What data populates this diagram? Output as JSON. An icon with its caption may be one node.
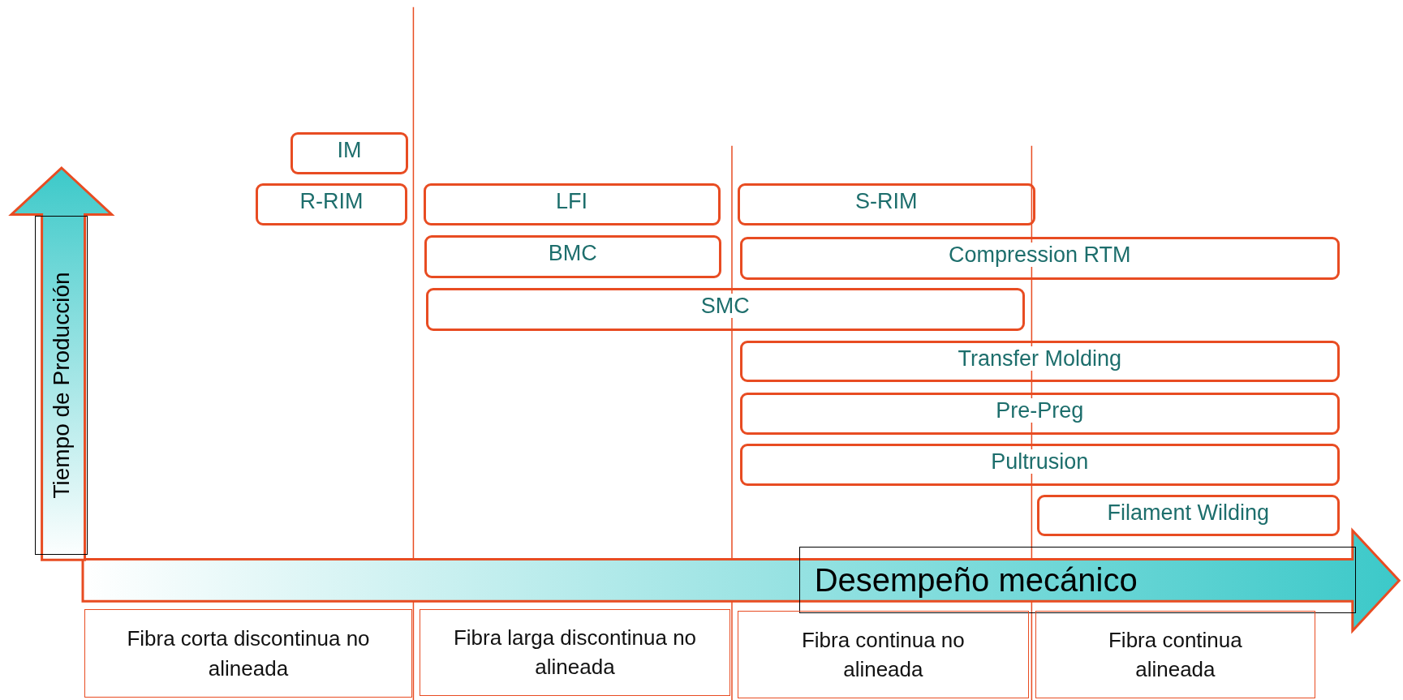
{
  "diagram": {
    "nodes": [
      {
        "text": [
          "IM"
        ]
      },
      {
        "text": [
          "R-RIM"
        ]
      },
      {
        "text": [
          "LFI"
        ]
      },
      {
        "text": [
          "S-RIM"
        ]
      },
      {
        "text": [
          "BMC"
        ]
      },
      {
        "text": [
          "Compression RTM"
        ]
      },
      {
        "text": [
          "SMC"
        ]
      },
      {
        "text": [
          "Transfer Molding"
        ]
      },
      {
        "text": [
          "Pre-Preg"
        ]
      },
      {
        "text": [
          "Pultrusion"
        ]
      },
      {
        "text": [
          "Filament Wilding"
        ]
      },
      {
        "text": [
          "Tiempo de Producción"
        ]
      },
      {
        "text": [
          "Desempeño mecánico"
        ]
      },
      {
        "text": [
          "Fibra corta discontinua no alineada"
        ]
      },
      {
        "text": [
          "Fibra larga discontinua no alineada"
        ]
      },
      {
        "text": [
          "Fibra continua no alineada"
        ]
      },
      {
        "text": [
          "Fibra continua alineada"
        ]
      }
    ]
  }
}
